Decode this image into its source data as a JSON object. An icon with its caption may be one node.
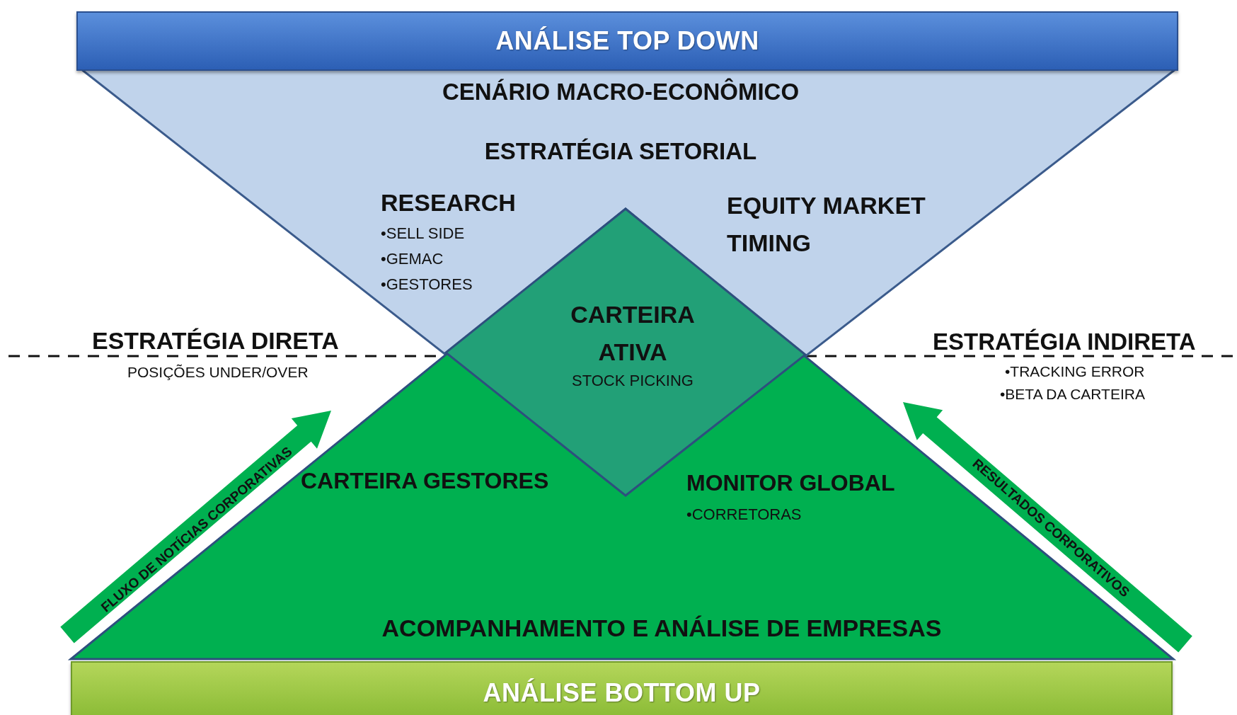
{
  "diagram": {
    "nodes": [
      {
        "text": [
          "ANÁLISE TOP DOWN"
        ]
      },
      {
        "text": [
          "CENÁRIO MACRO-ECONÔMICO",
          "ESTRATÉGIA SETORIAL",
          "RESEARCH",
          "•SELL SIDE",
          "•GEMAC",
          "•GESTORES",
          "EQUITY MARKET TIMING"
        ]
      },
      {
        "text": [
          "CARTEIRA GESTORES",
          "MONITOR GLOBAL",
          "•CORRETORAS",
          "ACOMPANHAMENTO E ANÁLISE DE EMPRESAS"
        ]
      },
      {
        "text": [
          "CARTEIRA ATIVA",
          "STOCK PICKING"
        ]
      },
      {
        "text": [
          "ANÁLISE BOTTOM UP"
        ]
      }
    ],
    "edges": [
      {
        "from": 2,
        "to": null,
        "arrow": "to",
        "label": "FLUXO DE NOTÍCIAS CORPORATIVAS"
      },
      {
        "from": 2,
        "to": null,
        "arrow": "to",
        "label": "RESULTADOS CORPORATIVOS"
      }
    ],
    "labels": [
      "ESTRATÉGIA DIRETA",
      "POSIÇÕES UNDER/OVER",
      "ESTRATÉGIA INDIRETA",
      "•TRACKING ERROR",
      "•BETA DA CARTEIRA"
    ]
  }
}
